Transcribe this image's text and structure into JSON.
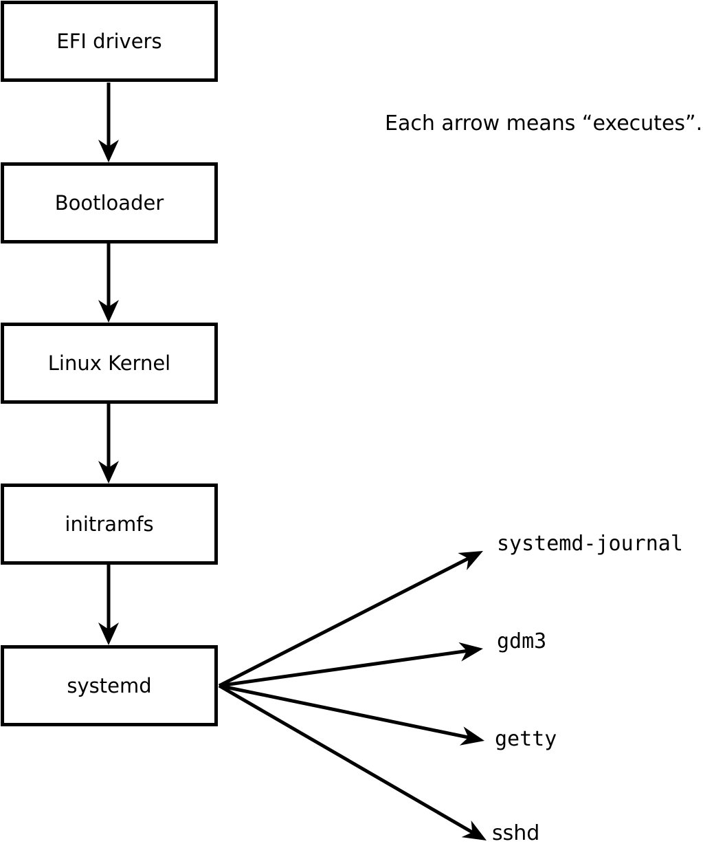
{
  "annotation": "Each arrow means “executes”.",
  "arrow_meaning": "executes",
  "boot_chain": {
    "boxes": [
      {
        "id": "efi-drivers",
        "label": "EFI drivers"
      },
      {
        "id": "bootloader",
        "label": "Bootloader"
      },
      {
        "id": "linux-kernel",
        "label": "Linux Kernel"
      },
      {
        "id": "initramfs",
        "label": "initramfs"
      },
      {
        "id": "systemd",
        "label": "systemd"
      }
    ]
  },
  "spawned_services": [
    {
      "id": "systemd-journal",
      "label": "systemd-journal"
    },
    {
      "id": "gdm3",
      "label": "gdm3"
    },
    {
      "id": "getty",
      "label": "getty"
    },
    {
      "id": "sshd",
      "label": "sshd"
    }
  ],
  "colors": {
    "stroke": "#000000",
    "background": "#ffffff"
  }
}
